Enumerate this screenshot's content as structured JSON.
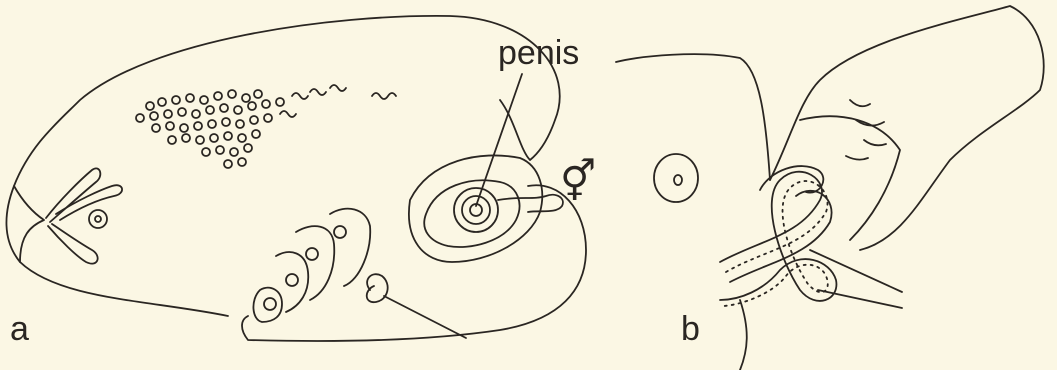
{
  "labels": {
    "penis": "penis",
    "panel_a": "a",
    "panel_b": "b",
    "hermaphrodite_symbol": "⚥"
  },
  "colors": {
    "background": "#fbf7e4",
    "ink": "#2a2622"
  }
}
